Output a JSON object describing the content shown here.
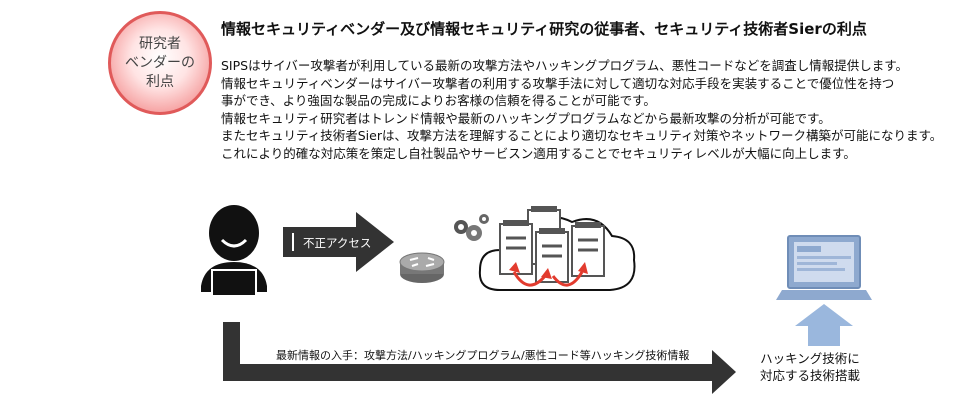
{
  "badge": {
    "lines": [
      "研究者",
      "ベンダーの",
      "利点"
    ]
  },
  "title": "情報セキュリティベンダー及び情報セキュリティ研究の従事者、セキュリティ技術者Sierの利点",
  "description": [
    "SIPSはサイバー攻撃者が利用している最新の攻撃方法やハッキングプログラム、悪性コードなどを調査し情報提供します。",
    "情報セキュリティベンダーはサイバー攻撃者の利用する攻撃手法に対して適切な対応手段を実装することで優位性を持つ",
    "事ができ、より強固な製品の完成によりお客様の信頼を得ることが可能です。",
    "情報セキュリティ研究者はトレンド情報や最新のハッキングプログラムなどから最新攻撃の分析が可能です。",
    "またセキュリティ技術者Sierは、攻撃方法を理解することにより適切なセキュリティ対策やネットワーク構築が可能になります。",
    "これにより的確な対応策を策定し自社製品やサービスン適用することでセキュリティレベルが大幅に向上します。"
  ],
  "diagram": {
    "attack_label": "不正アクセス",
    "info_label": "最新情報の入手：攻撃方法/ハッキングプログラム/悪性コード等ハッキング技術情報",
    "caption_lines": [
      "ハッキング技術に",
      "対応する技術搭載"
    ]
  },
  "colors": {
    "badge_border": "#e05a5a",
    "arrow": "#333333",
    "server": "#555555",
    "red_arrow": "#e23b2e",
    "up_arrow": "#9ab7dd"
  }
}
